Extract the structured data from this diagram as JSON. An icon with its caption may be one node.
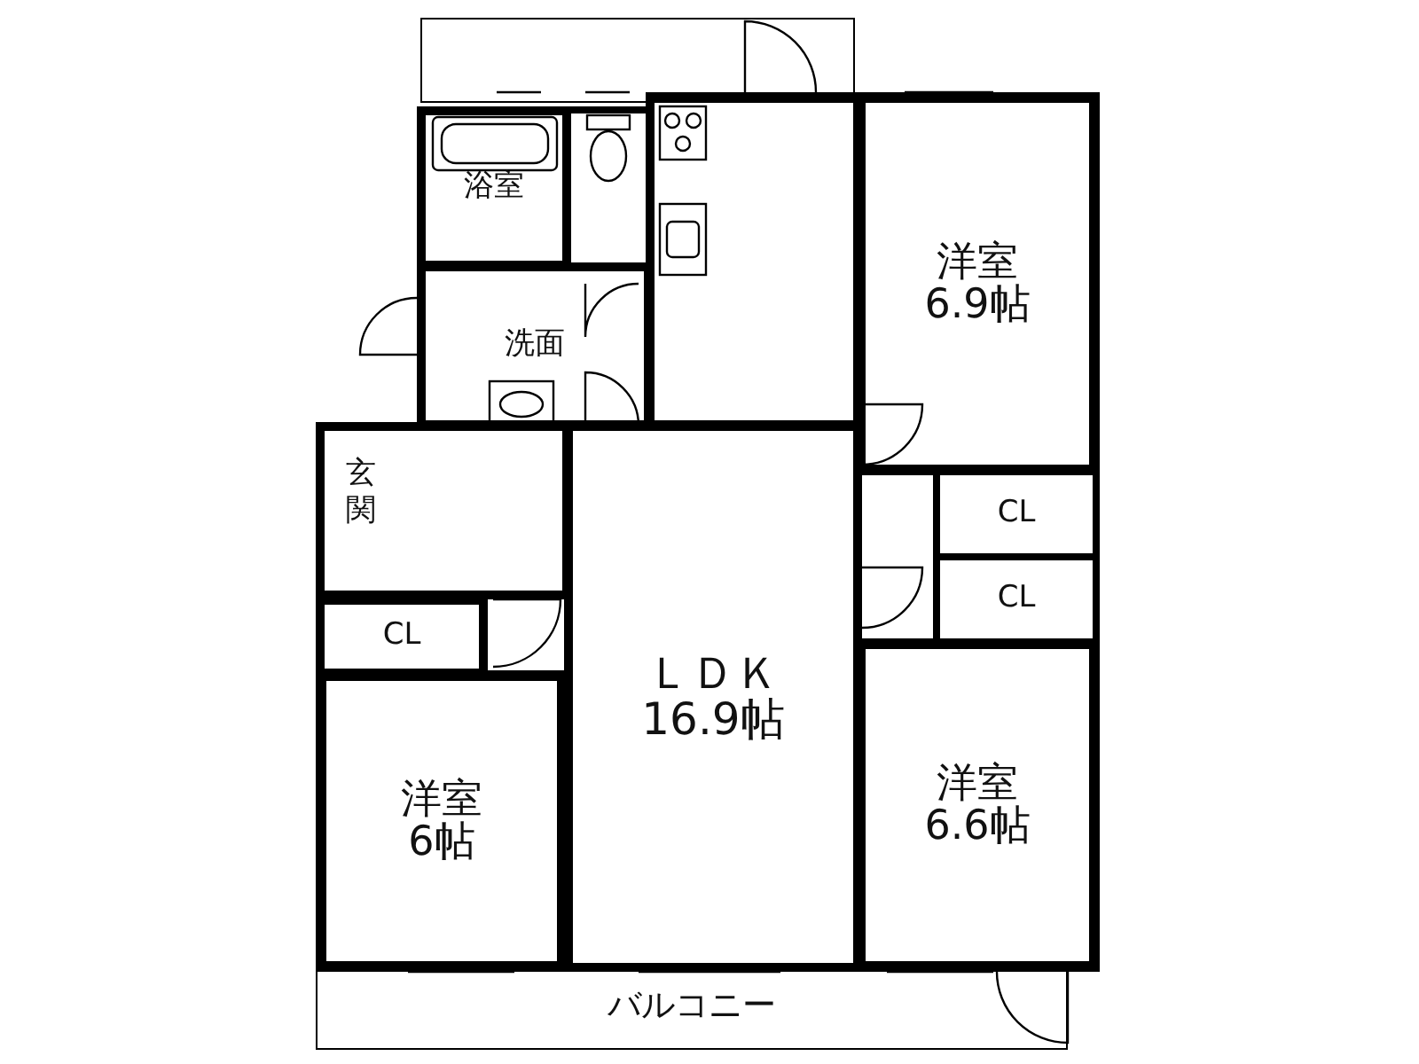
{
  "diagram": {
    "nodes": [
      {
        "text": [],
        "shape": "box"
      },
      {
        "text": [],
        "shape": "box"
      },
      {
        "text": [],
        "shape": "box"
      },
      {
        "text": [
          "浴室"
        ]
      },
      {
        "text": [
          "洋室",
          "6.9帖"
        ]
      },
      {
        "text": [
          "洗面"
        ]
      },
      {
        "text": [
          "玄関"
        ]
      },
      {
        "text": [
          "CL"
        ]
      },
      {
        "text": [
          "CL"
        ]
      },
      {
        "text": [
          "CL"
        ]
      },
      {
        "text": [
          "ＬＤＫ",
          "16.9帖"
        ]
      },
      {
        "text": [
          "洋室",
          "6.6帖"
        ]
      },
      {
        "text": [
          "洋室",
          "6帖"
        ]
      },
      {
        "text": [
          "バルコニー"
        ]
      }
    ]
  }
}
